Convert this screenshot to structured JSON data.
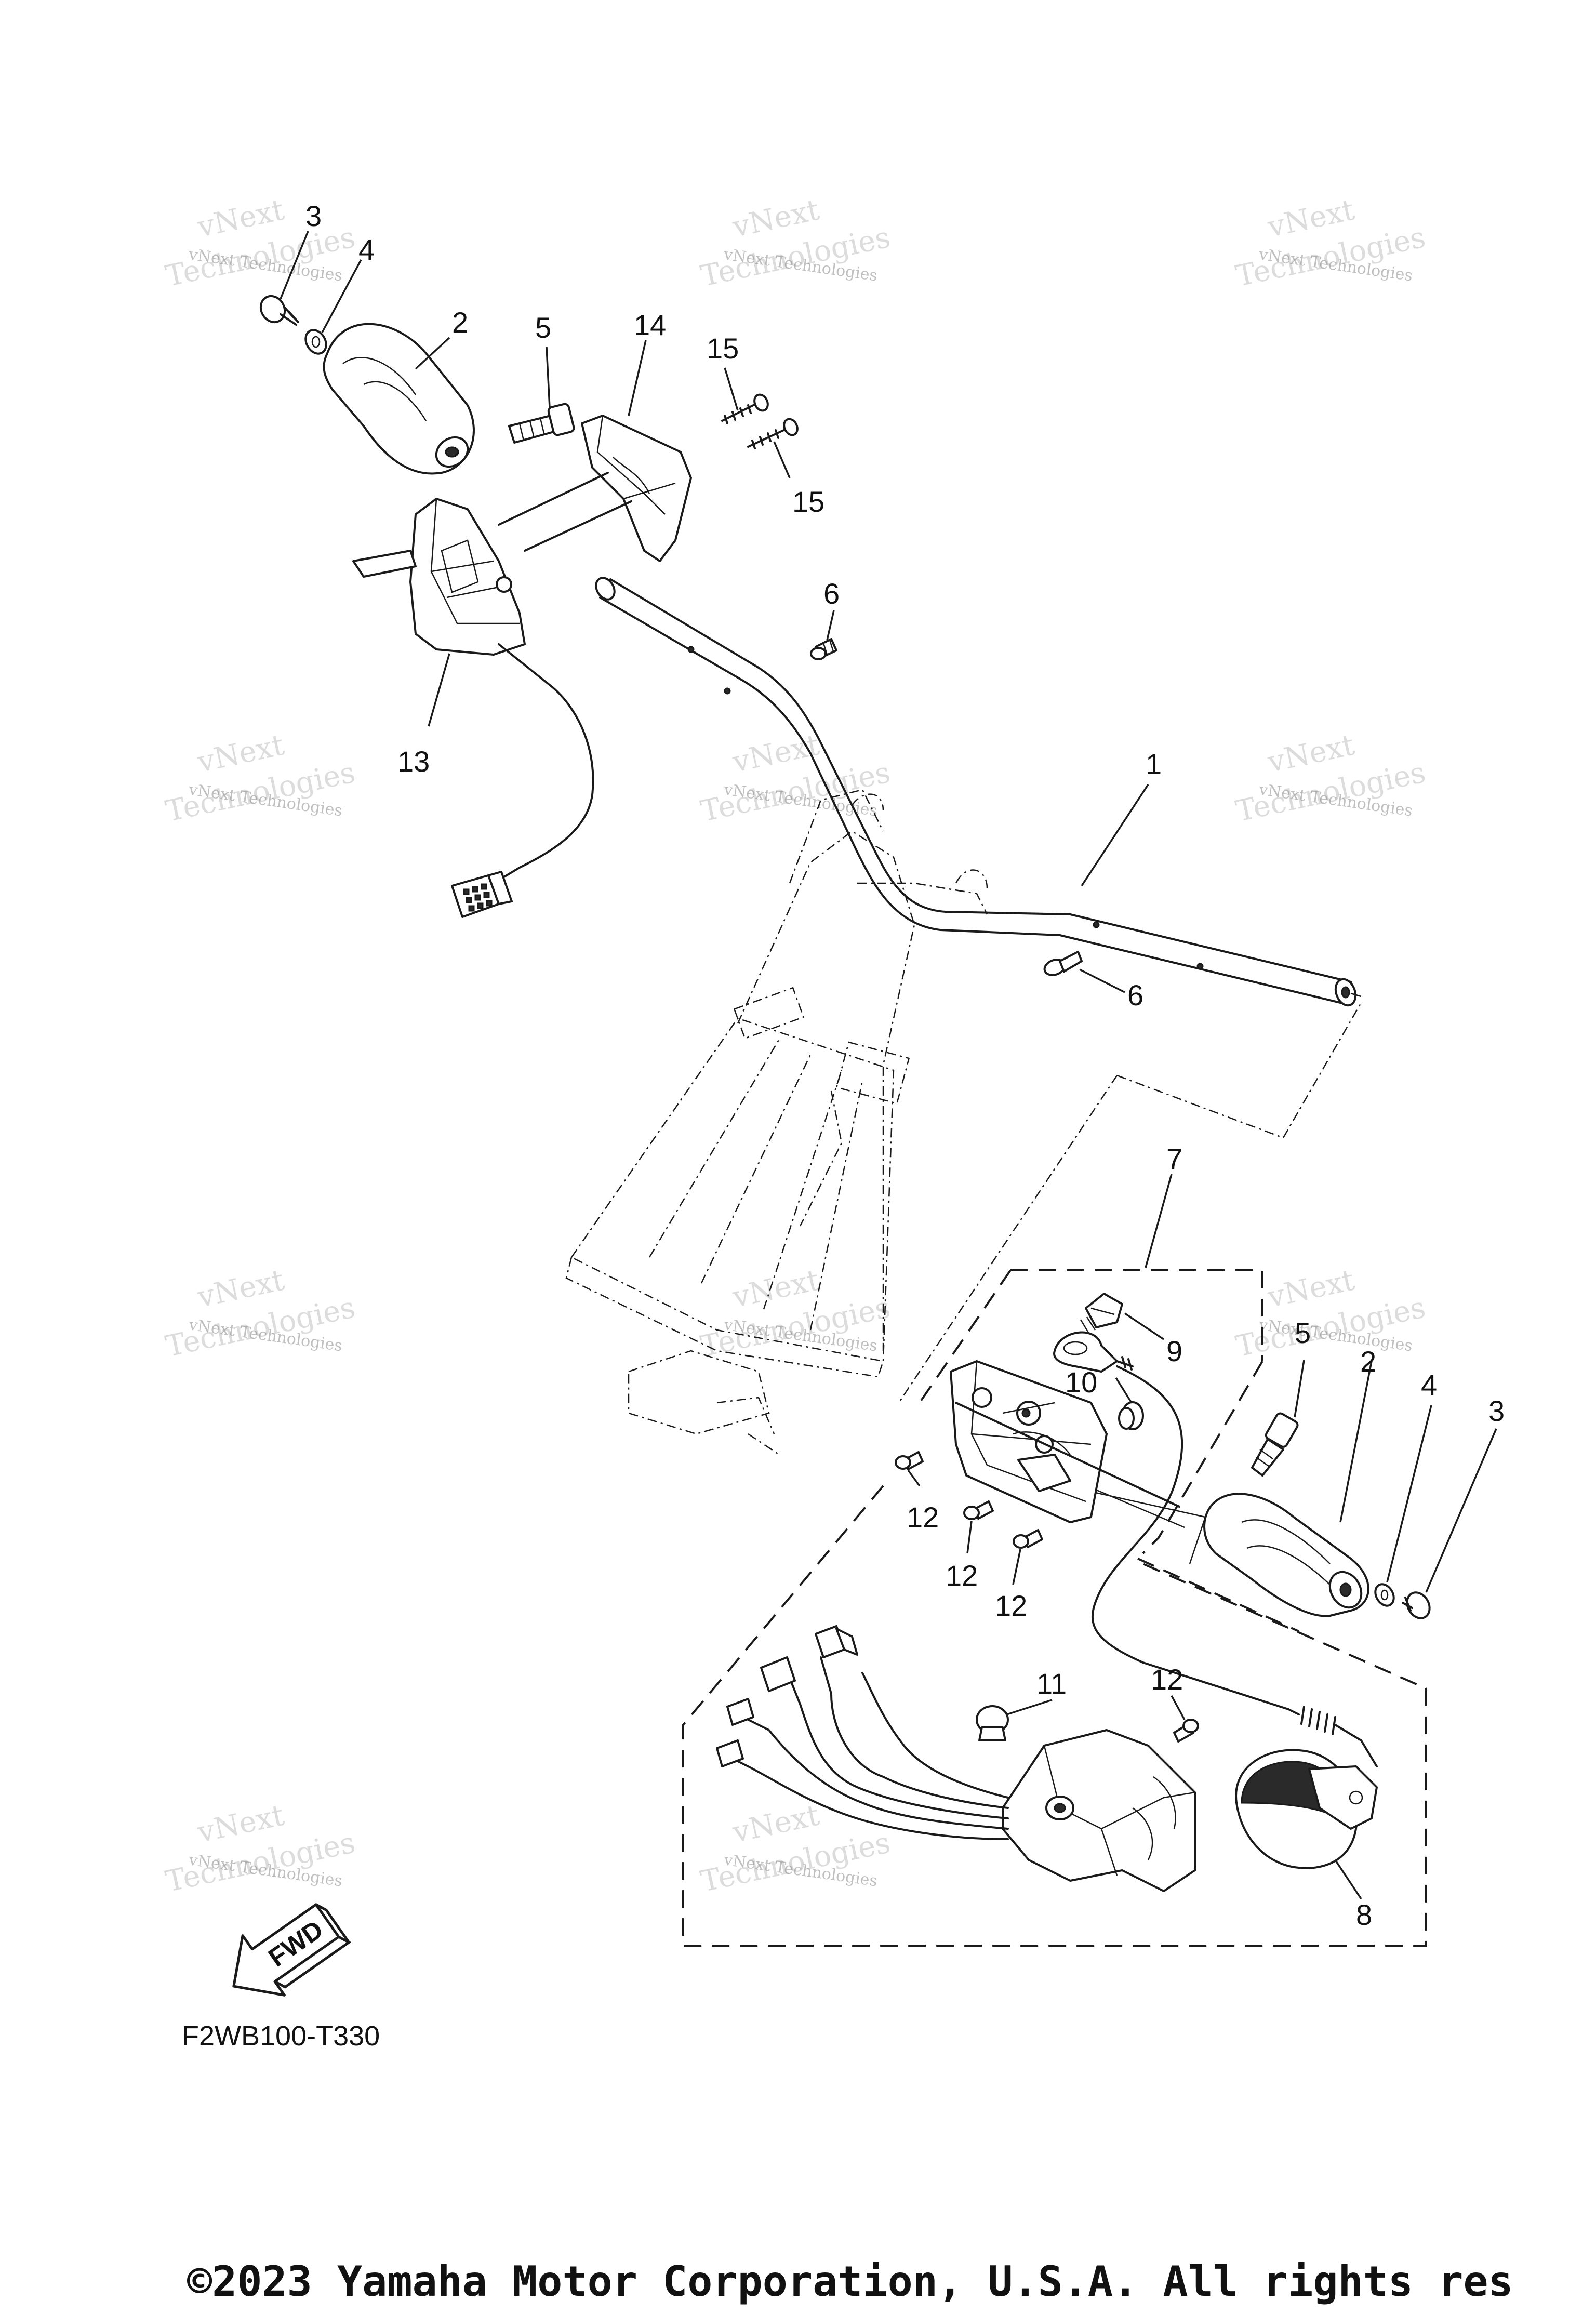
{
  "diagram": {
    "callouts": [
      {
        "key": "c3a",
        "label": "3"
      },
      {
        "key": "c4a",
        "label": "4"
      },
      {
        "key": "c2a",
        "label": "2"
      },
      {
        "key": "c5a",
        "label": "5"
      },
      {
        "key": "c14",
        "label": "14"
      },
      {
        "key": "c15a",
        "label": "15"
      },
      {
        "key": "c15b",
        "label": "15"
      },
      {
        "key": "c6a",
        "label": "6"
      },
      {
        "key": "c13",
        "label": "13"
      },
      {
        "key": "c1",
        "label": "1"
      },
      {
        "key": "c6b",
        "label": "6"
      },
      {
        "key": "c7",
        "label": "7"
      },
      {
        "key": "c9",
        "label": "9"
      },
      {
        "key": "c10",
        "label": "10"
      },
      {
        "key": "c5b",
        "label": "5"
      },
      {
        "key": "c2b",
        "label": "2"
      },
      {
        "key": "c4b",
        "label": "4"
      },
      {
        "key": "c3b",
        "label": "3"
      },
      {
        "key": "c12a",
        "label": "12"
      },
      {
        "key": "c12b",
        "label": "12"
      },
      {
        "key": "c12c",
        "label": "12"
      },
      {
        "key": "c11",
        "label": "11"
      },
      {
        "key": "c12d",
        "label": "12"
      },
      {
        "key": "c8",
        "label": "8"
      }
    ],
    "fwd_label": "FWD",
    "drawing_code": "F2WB100-T330",
    "watermark": {
      "line1": "vNext Technologies",
      "line2": "Technologies",
      "line3": "vNext"
    }
  },
  "footer": {
    "copyright": "©2023 Yamaha Motor Corporation, U.S.A. All rights res"
  }
}
